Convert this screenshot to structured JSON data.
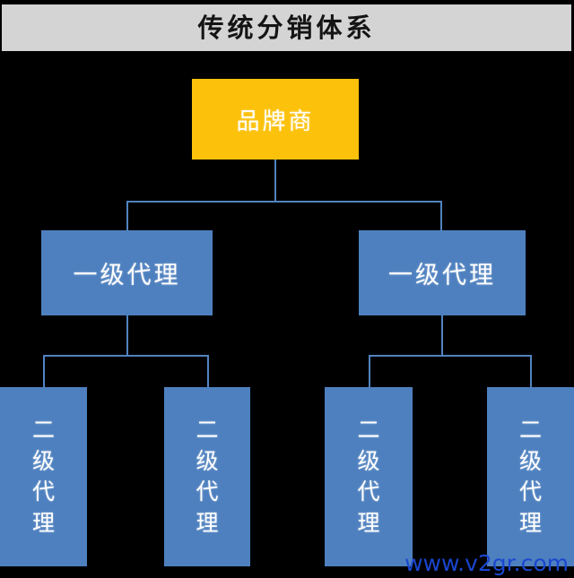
{
  "banner": {
    "title": "传统分销体系"
  },
  "diagram": {
    "type": "org-chart",
    "levels": 3,
    "colors": {
      "background": "#000000",
      "banner": "#d4d4d4",
      "banner_text": "#141414",
      "brand_node": "#fcc10b",
      "agent_node": "#4e80bf",
      "connector": "#5183c0",
      "node_text": "#ffffff",
      "watermark": "#1a46cf"
    },
    "root": {
      "label": "品牌商"
    },
    "tier1": [
      {
        "label": "一级代理"
      },
      {
        "label": "一级代理"
      }
    ],
    "tier2": [
      {
        "chars": [
          "二",
          "级",
          "代",
          "理"
        ]
      },
      {
        "chars": [
          "二",
          "级",
          "代",
          "理"
        ]
      },
      {
        "chars": [
          "二",
          "级",
          "代",
          "理"
        ]
      },
      {
        "chars": [
          "二",
          "级",
          "代",
          "理"
        ]
      }
    ]
  },
  "watermark": {
    "text": "www.v2gr.com"
  }
}
